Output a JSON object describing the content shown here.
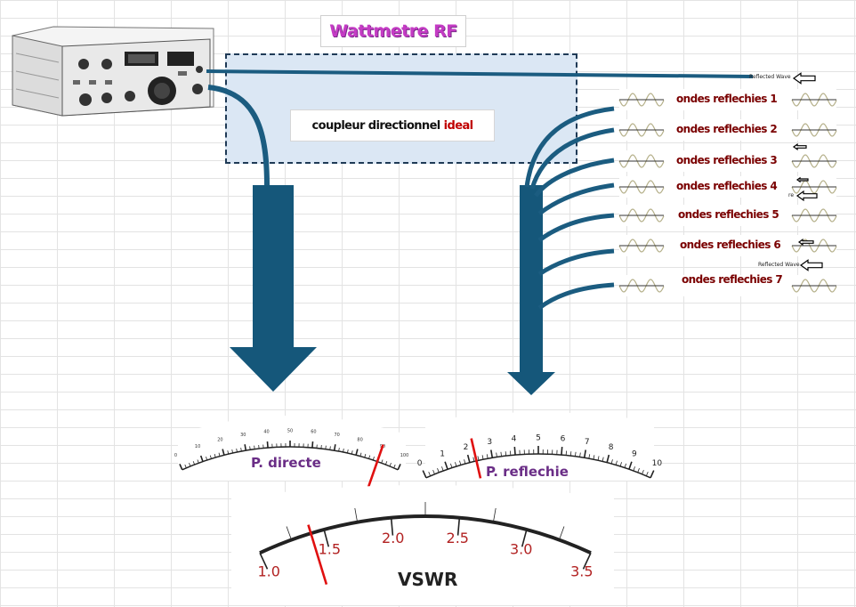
{
  "title": "Wattmetre RF",
  "coupler": {
    "part1": "coupleur directionnel",
    "part2": "ideal"
  },
  "reflected_wave_labels": [
    "Reflected Wave",
    "Reflected Wave",
    "re"
  ],
  "waves": [
    "ondes reflechies 1",
    "ondes reflechies 2",
    "ondes reflechies 3",
    "ondes reflechies 4",
    "ondes reflechies 5",
    "ondes reflechies 6",
    "ondes reflechies 7"
  ],
  "meter_direct": {
    "label": "P. directe",
    "ticks": [
      "0",
      "10",
      "20",
      "30",
      "40",
      "50",
      "60",
      "70",
      "80",
      "90",
      "100"
    ],
    "needle_value": 90
  },
  "meter_reflected": {
    "label": "P. reflechie",
    "ticks": [
      "0",
      "1",
      "2",
      "3",
      "4",
      "5",
      "6",
      "7",
      "8",
      "9",
      "10"
    ],
    "needle_value": 2.3
  },
  "meter_vswr": {
    "label": "VSWR",
    "ticks": [
      "1.0",
      "1.5",
      "2.0",
      "2.5",
      "3.0",
      "3.5"
    ],
    "needle_value": 1.4
  },
  "colors": {
    "cable": "#1b5c80",
    "arrow": "#15577a",
    "needle": "#e01010",
    "wave": "#b5b08a"
  }
}
